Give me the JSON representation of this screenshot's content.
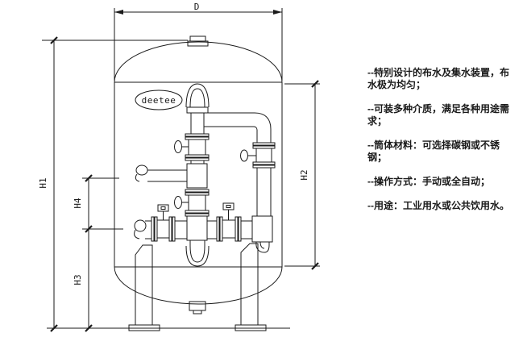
{
  "diagram": {
    "dimension_labels": {
      "d": "D",
      "h1": "H1",
      "h2": "H2",
      "h3": "H3",
      "h4": "H4"
    },
    "logo_text": "deetee"
  },
  "notes": {
    "items": [
      {
        "text": "--特别设计的布水及集水装置，布水极为均匀；"
      },
      {
        "text": "--可装多种介质，满足各种用途需求；"
      },
      {
        "text": "--筒体材料：可选择碳钢或不锈钢；"
      },
      {
        "text": "--操作方式：手动或全自动；"
      },
      {
        "text": "--用途：工业用水或公共饮用水。"
      }
    ]
  },
  "colors": {
    "line": "#1a1a1a",
    "background": "#ffffff"
  }
}
